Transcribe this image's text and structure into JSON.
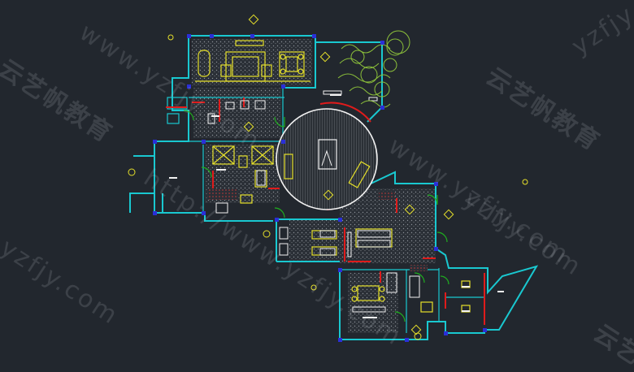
{
  "watermark": {
    "url_full": "http://www.yzfjy.com",
    "url_short": "www.yzfjy.com",
    "url_fragment": "yzfjy.com",
    "url_tail": "yzfjy",
    "org_name": "云艺帆教育",
    "org_fragment": "云艺"
  },
  "colors": {
    "background": "#22272e",
    "outer_wall": "#19c8d0",
    "partition": "#e01b1b",
    "furniture": "#e6e02a",
    "fixtures": "#f2f2f2",
    "door_swing": "#1fae1f",
    "landscape": "#8bbf3a",
    "markers": "#e6e02a",
    "column": "#2a2fd8"
  },
  "icons": [
    "section-marker-icon",
    "level-marker-icon",
    "tree-canopy-icon"
  ]
}
